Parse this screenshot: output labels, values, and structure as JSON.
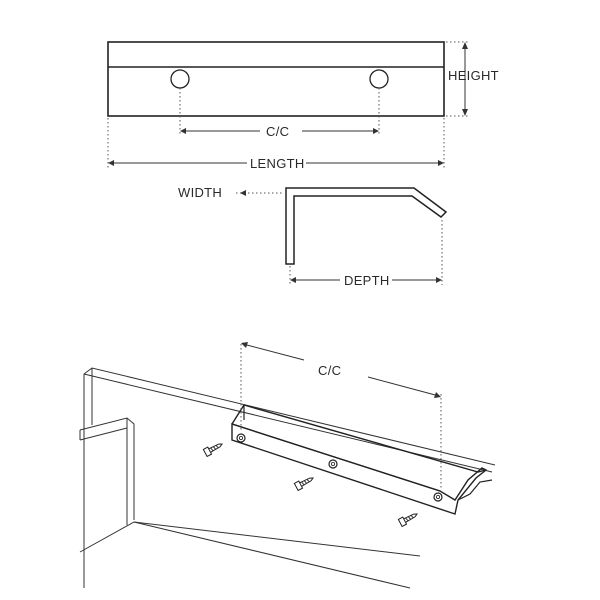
{
  "labels": {
    "height": "HEIGHT",
    "cc_top": "C/C",
    "length": "LENGTH",
    "width": "WIDTH",
    "depth": "DEPTH",
    "cc_bottom": "C/C"
  },
  "colors": {
    "line": "#222222",
    "background": "#ffffff"
  },
  "icons": {
    "screw": "screw-icon",
    "mount_hole": "mounting-hole-icon"
  }
}
